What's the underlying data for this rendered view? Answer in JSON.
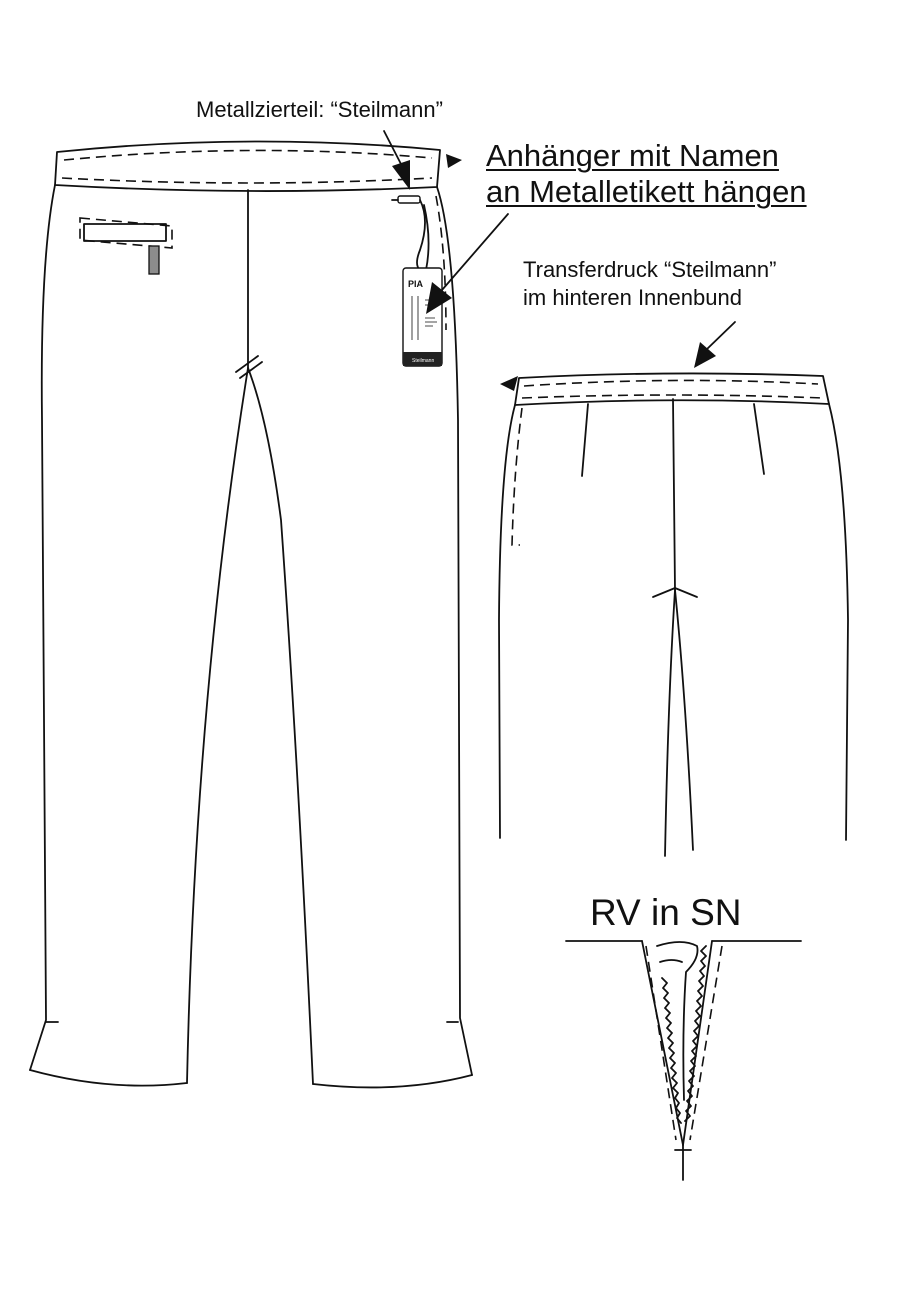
{
  "annotations": {
    "metal_ornament": "Metallzierteil: “Steilmann”",
    "hangtag_line1": "Anhänger mit Namen ",
    "hangtag_line2": "an Metalletikett hängen",
    "transfer_line1": "Transferdruck “Steilmann”",
    "transfer_line2": "im hinteren Innenbund",
    "zipper_detail": "RV in SN"
  },
  "hangtag": {
    "name": "PIA",
    "brand": "Steilmann"
  }
}
